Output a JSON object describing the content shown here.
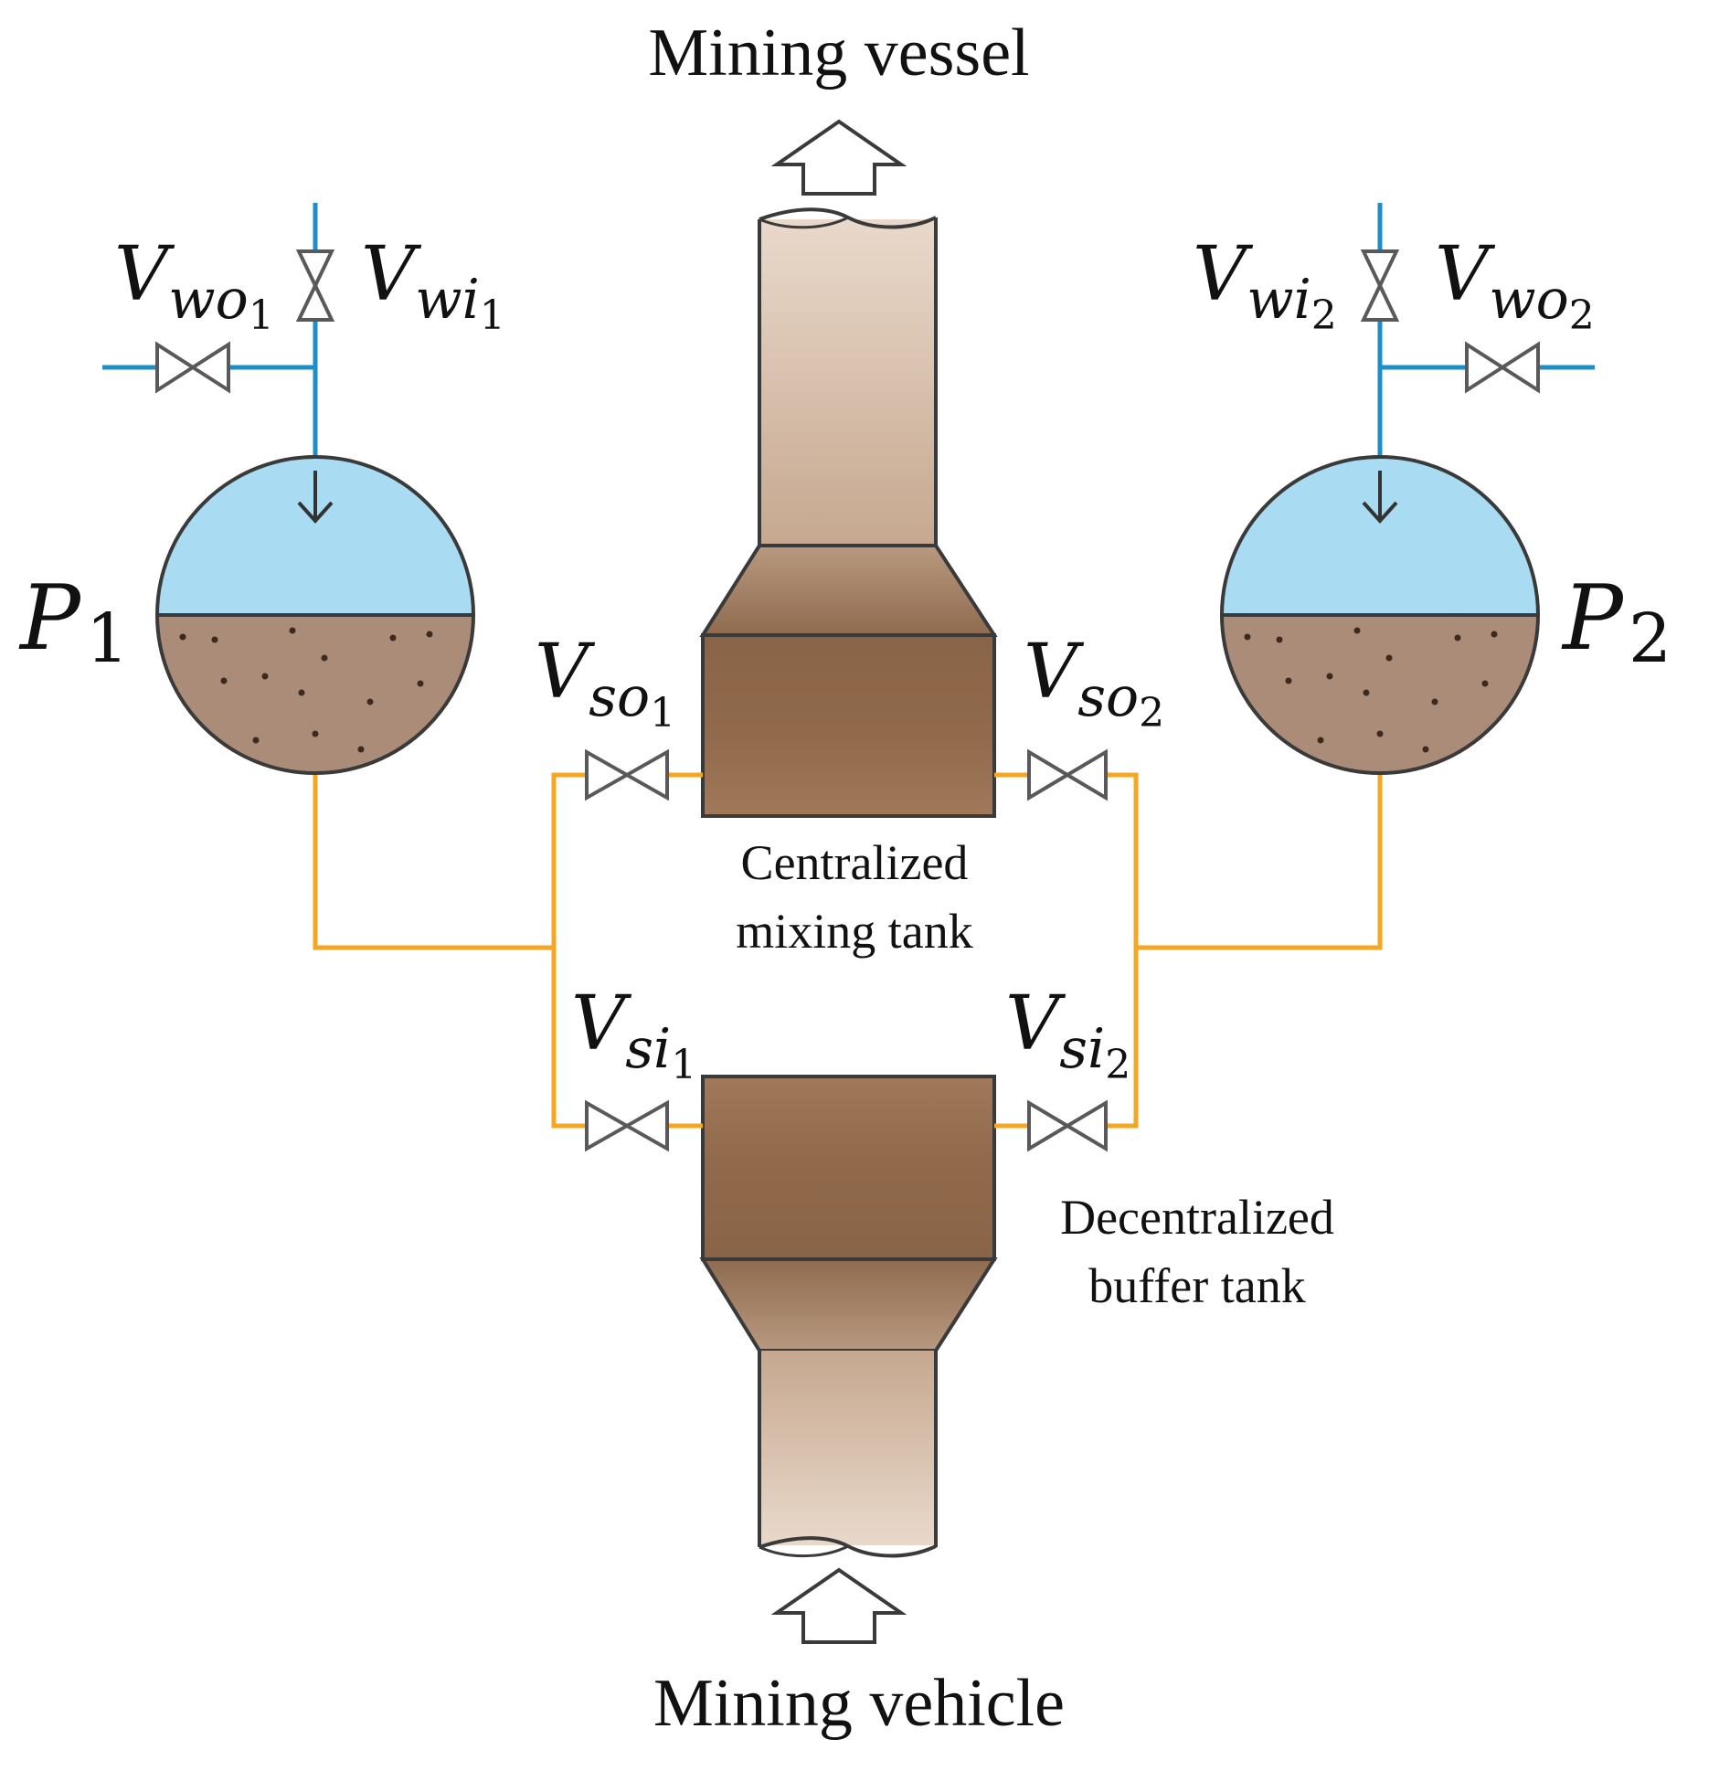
{
  "labels": {
    "top": "Mining vessel",
    "bottom": "Mining vehicle",
    "center_tank_line1": "Centralized",
    "center_tank_line2": "mixing tank",
    "buffer_tank_line1": "Decentralized",
    "buffer_tank_line2": "buffer tank"
  },
  "pumps": {
    "p1": {
      "symbol": "P",
      "sub": "1"
    },
    "p2": {
      "symbol": "P",
      "sub": "2"
    }
  },
  "valves": {
    "vwo1": {
      "symbol": "V",
      "sub": "wo",
      "subsub": "1"
    },
    "vwi1": {
      "symbol": "V",
      "sub": "wi",
      "subsub": "1"
    },
    "vwi2": {
      "symbol": "V",
      "sub": "wi",
      "subsub": "2"
    },
    "vwo2": {
      "symbol": "V",
      "sub": "wo",
      "subsub": "2"
    },
    "vso1": {
      "symbol": "V",
      "sub": "so",
      "subsub": "1"
    },
    "vso2": {
      "symbol": "V",
      "sub": "so",
      "subsub": "2"
    },
    "vsi1": {
      "symbol": "V",
      "sub": "si",
      "subsub": "1"
    },
    "vsi2": {
      "symbol": "V",
      "sub": "si",
      "subsub": "2"
    }
  },
  "colors": {
    "water_line": "#1c8fc9",
    "slurry_line": "#f5a623",
    "water": "#a9dcf2",
    "sediment": "#ab8c78",
    "tank_body": "#906a4b",
    "pipe": "#e6d4c4"
  }
}
